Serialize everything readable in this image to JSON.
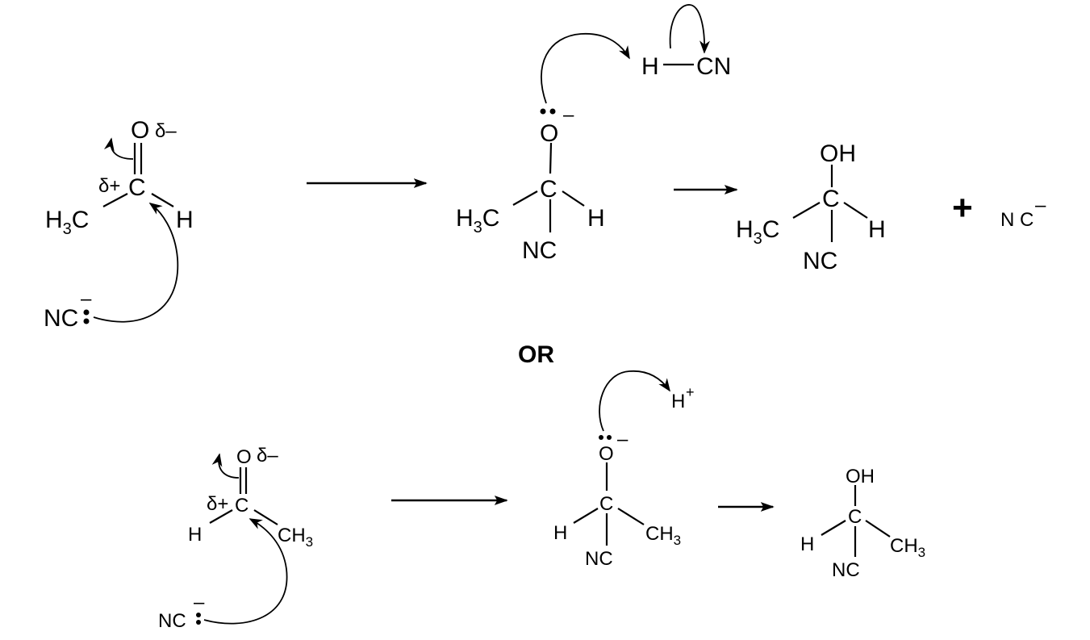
{
  "title": "Nucleophilic addition of cyanide to ethanal (two faces of attack)",
  "colors": {
    "ink": "#000000",
    "background": "#ffffff"
  },
  "top": {
    "reactant": {
      "O": "O",
      "delta_minus": "δ–",
      "delta_plus": "δ+",
      "C": "C",
      "left": {
        "a": "H",
        "sub": "3",
        "b": "C"
      },
      "right": "H",
      "nucleophile": "NC",
      "charge": "–"
    },
    "intermediate": {
      "O": "O",
      "charge": "–",
      "C": "C",
      "left": {
        "a": "H",
        "sub": "3",
        "b": "C"
      },
      "right": "H",
      "bottom": "NC"
    },
    "hcn": {
      "H": "H",
      "CN": "CN"
    },
    "product": {
      "OH": "OH",
      "C": "C",
      "left": {
        "a": "H",
        "sub": "3",
        "b": "C"
      },
      "right": "H",
      "bottom": "NC"
    },
    "plus": "+",
    "byproduct": {
      "label": "N C",
      "charge": "–"
    }
  },
  "or_label": "OR",
  "bottom": {
    "reactant": {
      "O": "O",
      "delta_minus": "δ–",
      "delta_plus": "δ+",
      "C": "C",
      "left": "H",
      "right": {
        "a": "CH",
        "sub": "3"
      },
      "nucleophile": "NC",
      "charge": "–"
    },
    "intermediate": {
      "O": "O",
      "charge": "–",
      "C": "C",
      "left": "H",
      "right": {
        "a": "CH",
        "sub": "3"
      },
      "bottom": "NC"
    },
    "proton": {
      "H": "H",
      "charge": "+"
    },
    "product": {
      "OH": "OH",
      "C": "C",
      "left": "H",
      "right": {
        "a": "CH",
        "sub": "3"
      },
      "bottom": "NC"
    }
  }
}
